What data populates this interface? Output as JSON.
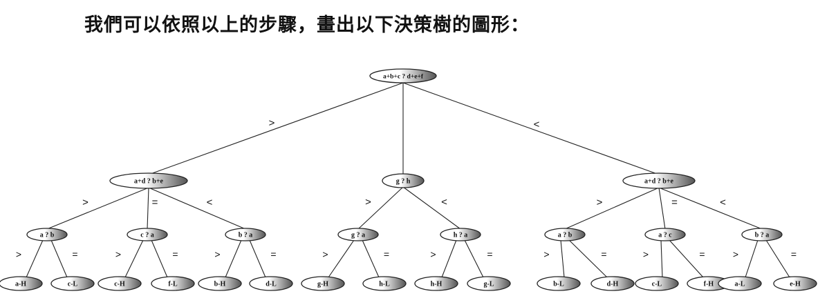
{
  "heading": "我們可以依照以上的步驟，畫出以下決策樹的圖形：",
  "colors": {
    "line": "#222222",
    "node_fill_light": "#ffffff",
    "node_fill_dark": "#555555"
  },
  "tree": {
    "root": "a+b+c ? d+e+f",
    "root_edges": [
      ">",
      "",
      "<"
    ],
    "branches": [
      {
        "label": "a+d ? b+e",
        "edges": [
          ">",
          "=",
          "<"
        ],
        "children": [
          {
            "label": "a ? b",
            "edges": [
              ">",
              "="
            ],
            "leaves": [
              "a-H",
              "c-L"
            ]
          },
          {
            "label": "c ? a",
            "edges": [
              ">",
              "="
            ],
            "leaves": [
              "c-H",
              "f-L"
            ]
          },
          {
            "label": "b ? a",
            "edges": [
              ">",
              "="
            ],
            "leaves": [
              "b-H",
              "d-L"
            ]
          }
        ]
      },
      {
        "label": "g ? h",
        "edges": [
          ">",
          "<"
        ],
        "children": [
          {
            "label": "g ? a",
            "edges": [
              ">",
              "="
            ],
            "leaves": [
              "g-H",
              "h-L"
            ]
          },
          {
            "label": "h ? a",
            "edges": [
              ">",
              "="
            ],
            "leaves": [
              "h-H",
              "g-L"
            ]
          }
        ]
      },
      {
        "label": "a+d ? b+e",
        "edges": [
          ">",
          "=",
          "<"
        ],
        "children": [
          {
            "label": "a ? b",
            "edges": [
              ">",
              "="
            ],
            "leaves": [
              "b-L",
              "d-H"
            ]
          },
          {
            "label": "a ? c",
            "edges": [
              ">",
              "="
            ],
            "leaves": [
              "c-L",
              "f-H"
            ]
          },
          {
            "label": "b ? a",
            "edges": [
              ">",
              "="
            ],
            "leaves": [
              "a-L",
              "e-H"
            ]
          }
        ]
      }
    ]
  }
}
